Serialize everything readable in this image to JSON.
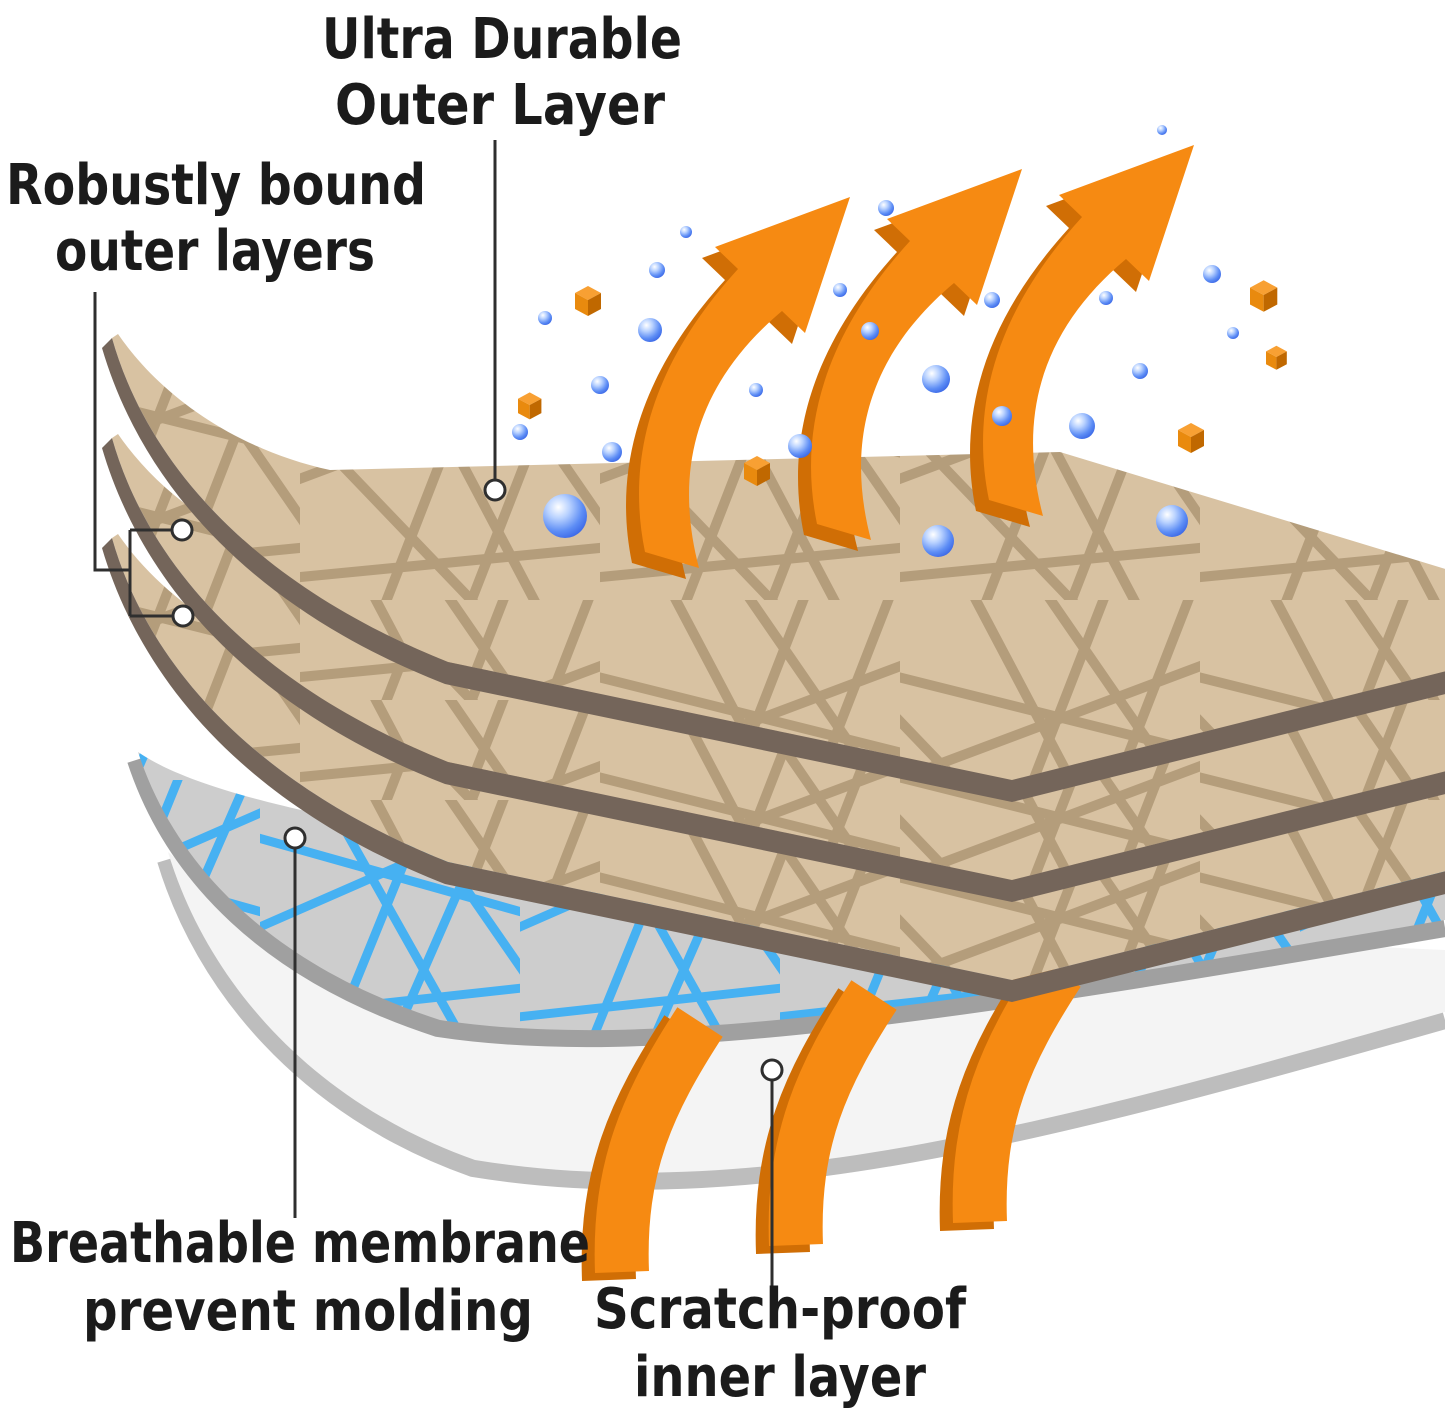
{
  "diagram": {
    "labels": {
      "outer_layer": {
        "line1": "Ultra Durable",
        "line2": "Outer Layer"
      },
      "bound_layers": {
        "line1": "Robustly bound",
        "line2": "outer layers"
      },
      "membrane": {
        "line1": "Breathable membrane",
        "line2": "prevent molding"
      },
      "inner_layer": {
        "line1": "Scratch-proof",
        "line2": "inner layer"
      }
    },
    "colors": {
      "fabric_tan": "#d8c2a2",
      "fabric_fiber": "#ab9371",
      "fabric_edge_brown": "#74655a",
      "membrane_gray": "#cdcdcd",
      "mesh_blue": "#3fb0f5",
      "membrane_edge_gray": "#a0a0a0",
      "inner_white": "#f4f4f4",
      "inner_edge_gray": "#bdbdbd",
      "arrow_orange": "#f68a12",
      "arrow_orange_shadow": "#d06e05",
      "droplet_blue": "#4c7ef2",
      "debris_orange": "#e98a0e",
      "text": "#1b1b1b",
      "leader_line": "#2f2f2f"
    },
    "icons": {
      "up_arrow": "vapor-escape-arrow",
      "down_ribbon": "airflow-ribbon",
      "droplet": "water-droplet",
      "cube": "debris-cube",
      "marker": "leader-circle-marker"
    }
  }
}
